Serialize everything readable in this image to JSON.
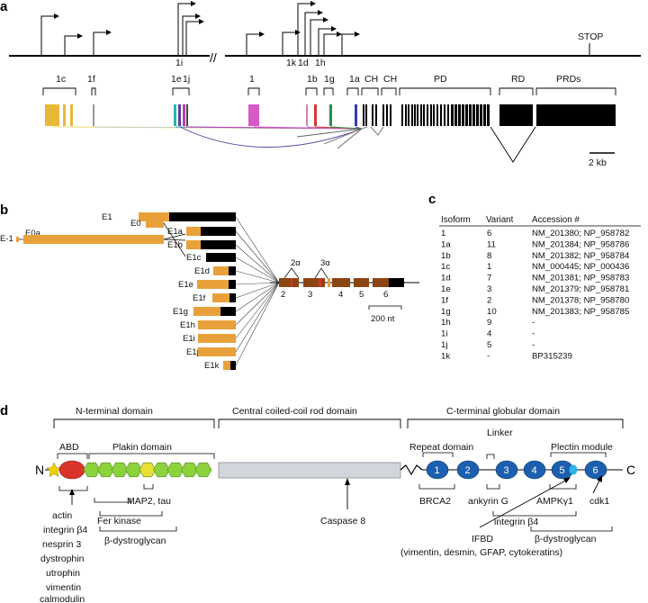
{
  "panels": {
    "a": "a",
    "b": "b",
    "c": "c",
    "d": "d"
  },
  "panel_a": {
    "stop_label": "STOP",
    "scale_label": "2 kb",
    "break_mark": "//",
    "promoter_labels": [
      "1i",
      "1k",
      "1d",
      "1h"
    ],
    "exon_labels": [
      "1c",
      "1f",
      "1e",
      "1j",
      "1",
      "1b",
      "1g",
      "1a",
      "CH",
      "CH",
      "PD",
      "RD",
      "PRDs"
    ]
  },
  "panel_b": {
    "exon_labels": [
      "E1",
      "E1a",
      "E1b",
      "E0",
      "E1c",
      "E0a",
      "E-1",
      "E1d",
      "E1e",
      "E1f",
      "E1g",
      "E1h",
      "E1i",
      "E1j",
      "E1k"
    ],
    "splice_labels": [
      "2α",
      "3α"
    ],
    "exon_numbers": [
      "2",
      "3",
      "4",
      "5",
      "6"
    ],
    "scale_label": "200 nt"
  },
  "panel_c": {
    "headers": [
      "Isoform",
      "Variant",
      "Accession #"
    ],
    "rows": [
      [
        "1",
        "6",
        "NM_201380; NP_958782"
      ],
      [
        "1a",
        "11",
        "NM_201384; NP_958786"
      ],
      [
        "1b",
        "8",
        "NM_201382; NP_958784"
      ],
      [
        "1c",
        "1",
        "NM_000445; NP_000436"
      ],
      [
        "1d",
        "7",
        "NM_201381; NP_958783"
      ],
      [
        "1e",
        "3",
        "NM_201379; NP_958781"
      ],
      [
        "1f",
        "2",
        "NM_201378; NP_958780"
      ],
      [
        "1g",
        "10",
        "NM_201383; NP_958785"
      ],
      [
        "1h",
        "9",
        "-"
      ],
      [
        "1i",
        "4",
        "-"
      ],
      [
        "1j",
        "5",
        "-"
      ],
      [
        "1k",
        "-",
        "BP315239"
      ]
    ]
  },
  "panel_d": {
    "domains": [
      "N-terminal domain",
      "Central coiled-coil rod domain",
      "C-terminal globular domain"
    ],
    "n_term": "N",
    "c_term": "C",
    "abd": "ABD",
    "plakin": "Plakin domain",
    "repeat_domain": "Repeat domain",
    "linker": "Linker",
    "plectin_module": "Plectin module",
    "repeat_numbers": [
      "1",
      "2",
      "3",
      "4",
      "5",
      "6"
    ],
    "abd_binders": [
      "actin",
      "integrin β4",
      "nesprin 3",
      "dystrophin",
      "utrophin",
      "vimentin",
      "calmodulin"
    ],
    "map2_tau": "MAP2, tau",
    "fer_kinase": "Fer kinase",
    "beta_dystroglycan": "β-dystroglycan",
    "caspase": "Caspase 8",
    "brca2": "BRCA2",
    "ankyrin": "ankyrin G",
    "ampk": "AMPKγ1",
    "cdk1": "cdk1",
    "integrin_b4": "integrin β4",
    "beta_dystroglycan_c": "β-dystroglycan",
    "ifbd": "IFBD",
    "ifbd_targets": "(vimentin, desmin, GFAP, cytokeratins)"
  },
  "colors": {
    "exon_orange": "#E8A13A",
    "exon_black": "#000000",
    "exon_brown": "#8B4513",
    "abd_red": "#D9342B",
    "plakin_green": "#8CD23C",
    "rod_gray": "#D3D5DC",
    "repeat_blue": "#1C5FAF",
    "star_yellow": "#F5D000",
    "ifbd_cyan": "#2BB5E8"
  }
}
